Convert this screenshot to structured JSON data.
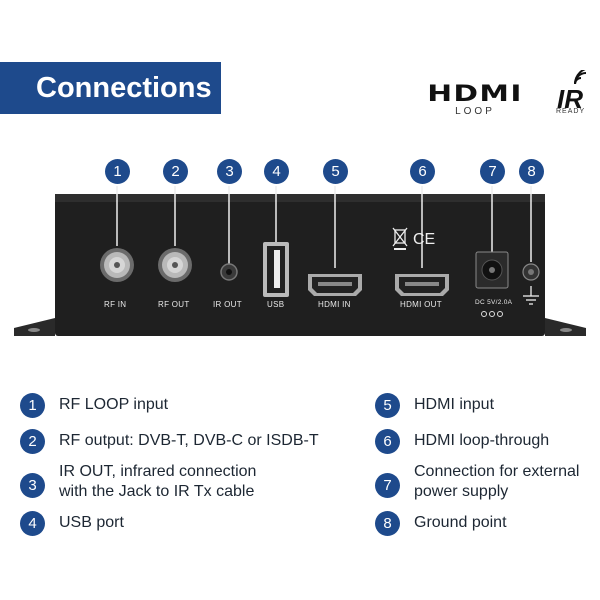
{
  "title": "Connections",
  "logos": {
    "hdmi": {
      "word": "HDMI",
      "sub": "LOOP"
    },
    "ir": {
      "word": "IR",
      "sub": "READY"
    }
  },
  "ports": [
    {
      "num": "1",
      "label": "RF IN"
    },
    {
      "num": "2",
      "label": "RF OUT"
    },
    {
      "num": "3",
      "label": "IR OUT"
    },
    {
      "num": "4",
      "label": "USB"
    },
    {
      "num": "5",
      "label": "HDMI IN"
    },
    {
      "num": "6",
      "label": "HDMI OUT"
    },
    {
      "num": "7",
      "label": "DC 5V/2.0A"
    },
    {
      "num": "8",
      "label": ""
    }
  ],
  "ce_mark": "CE",
  "legend": {
    "left": [
      {
        "num": "1",
        "text": "RF LOOP input"
      },
      {
        "num": "2",
        "text": "RF output: DVB-T, DVB-C or ISDB-T"
      },
      {
        "num": "3",
        "line1": "IR OUT, infrared connection",
        "line2": "with the Jack to IR Tx cable"
      },
      {
        "num": "4",
        "text": "USB port"
      }
    ],
    "right": [
      {
        "num": "5",
        "text": "HDMI input"
      },
      {
        "num": "6",
        "text": "HDMI loop-through"
      },
      {
        "num": "7",
        "line1": "Connection for external",
        "line2": "power supply"
      },
      {
        "num": "8",
        "text": "Ground point"
      }
    ]
  },
  "colors": {
    "accent": "#1e4a8c",
    "device": "#1f1f1f",
    "text": "#1d2733"
  }
}
